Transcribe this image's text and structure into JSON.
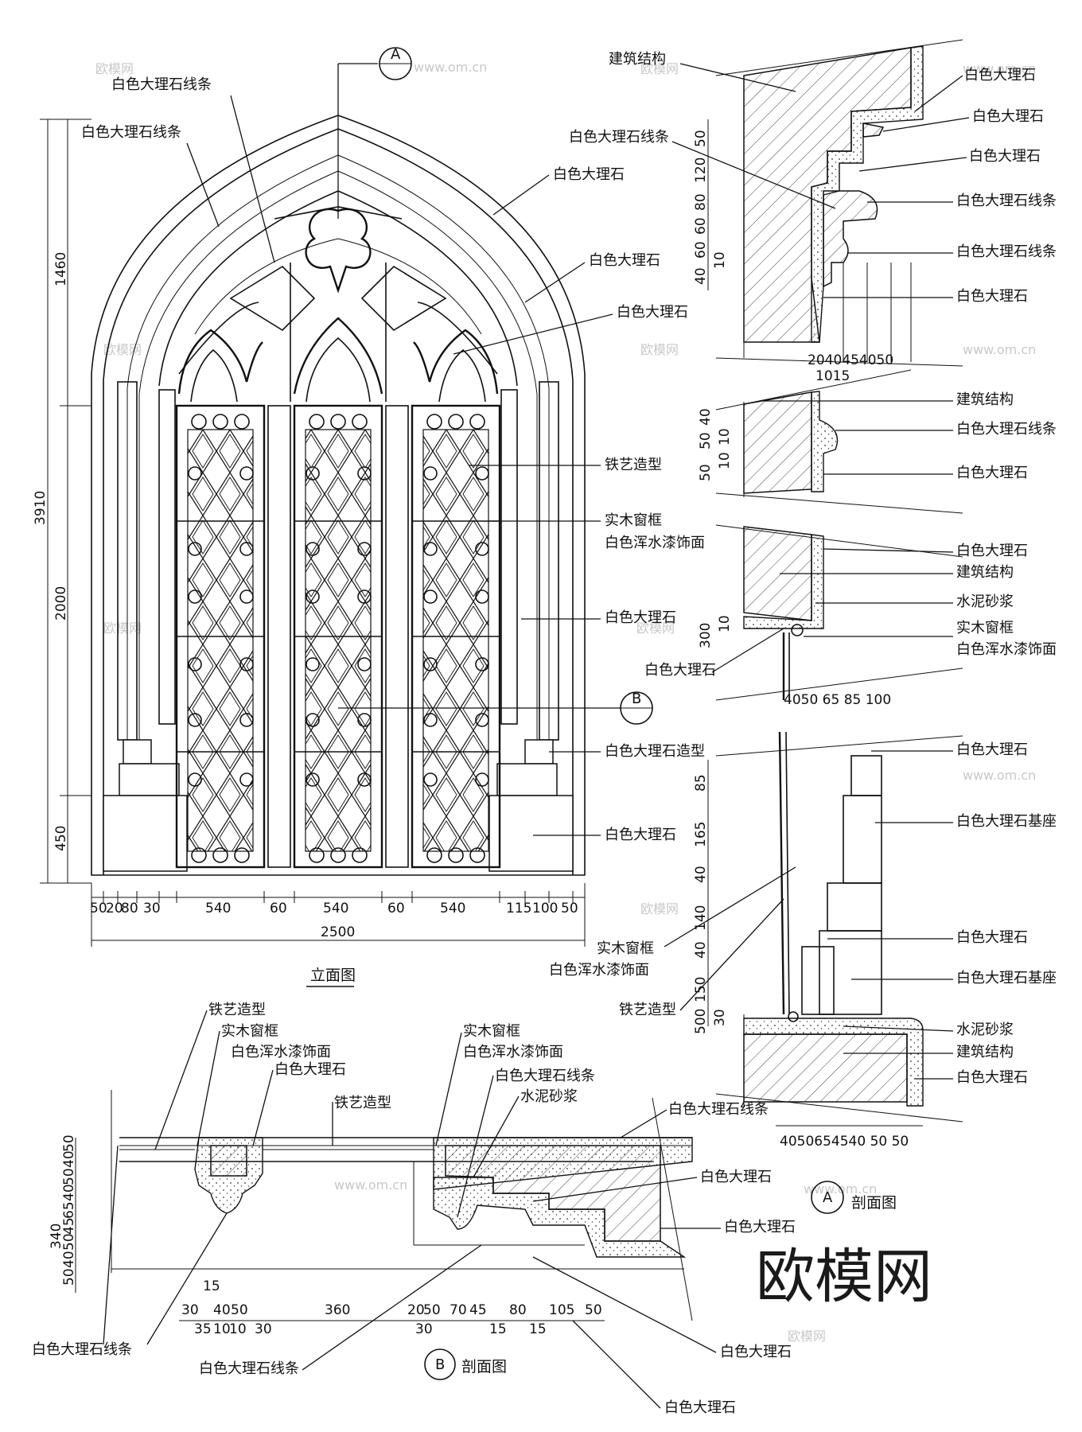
{
  "watermarks": [
    "欧模网",
    "www.om.cn"
  ],
  "logo_text": "欧模网",
  "elevation": {
    "title": "立面图",
    "section_marker_a": "A",
    "section_marker_b": "B",
    "total_width": "2500",
    "heights": [
      "1460",
      "2000",
      "450"
    ],
    "total_height": "3910",
    "bottom_dims_left": [
      "50",
      "20",
      "80",
      "30"
    ],
    "bottom_dims_mid": [
      "540",
      "60",
      "540",
      "60",
      "540"
    ],
    "bottom_dims_right": [
      "115",
      "100",
      "50"
    ],
    "labels": {
      "marble_molding": "白色大理石线条",
      "marble": "白色大理石",
      "iron_art": "铁艺造型",
      "wood_frame": "实木窗框",
      "wood_finish": "白色浑水漆饰面",
      "marble_shape": "白色大理石造型"
    }
  },
  "section_a": {
    "title": "剖面图",
    "marker": "A",
    "labels": {
      "structure": "建筑结构",
      "marble": "白色大理石",
      "marble_molding": "白色大理石线条",
      "cement": "水泥砂浆",
      "wood_frame": "实木窗框",
      "wood_finish": "白色浑水漆饰面",
      "marble_base": "白色大理石基座",
      "iron_art": "铁艺造型"
    },
    "top_dims_v": [
      "50",
      "120",
      "80",
      "60",
      "60",
      "40",
      "10"
    ],
    "top_dims_h": "2040454050",
    "top_total": "1015",
    "mid_dims_v": [
      "50",
      "40",
      "50",
      "10",
      "10"
    ],
    "sill_dims_v": [
      "300",
      "10"
    ],
    "sill_dims_h": "4050 65 85 100",
    "low_dims_v": [
      "85",
      "165",
      "40",
      "140",
      "40",
      "150",
      "500",
      "30"
    ],
    "bottom_dims_h": "4050654540 50 50"
  },
  "section_b": {
    "title": "剖面图",
    "marker": "B",
    "labels": {
      "iron_art": "铁艺造型",
      "wood_frame": "实木窗框",
      "wood_finish": "白色浑水漆饰面",
      "marble": "白色大理石",
      "marble_molding": "白色大理石线条",
      "cement": "水泥砂浆"
    },
    "left_dims_v": [
      "50",
      "40",
      "50",
      "40",
      "65",
      "45",
      "50",
      "40",
      "50"
    ],
    "left_total": "340",
    "dims_h_top": [
      "15"
    ],
    "dims_h_row": [
      "30",
      "40",
      "50",
      "360",
      "20",
      "50",
      "70",
      "45",
      "80",
      "105",
      "50"
    ],
    "dims_h_sub_left": [
      "35",
      "10",
      "10",
      "30"
    ],
    "dims_h_sub_right": [
      "30",
      "15",
      "15"
    ]
  }
}
